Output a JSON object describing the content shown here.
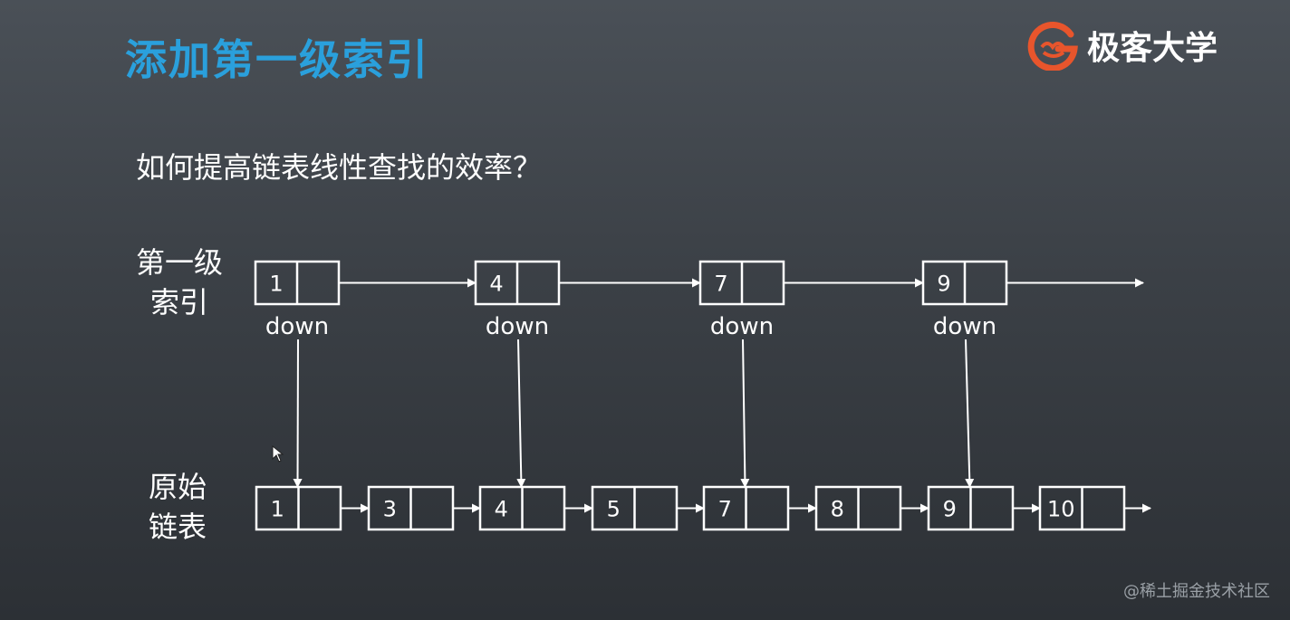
{
  "slide": {
    "title": "添加第一级索引",
    "question": "如何提高链表线性查找的效率？",
    "watermark": "@稀土掘金技术社区"
  },
  "logo": {
    "text": "极客大学",
    "icon": "geekbang-logo-icon",
    "color": "#e8552c"
  },
  "labels": {
    "index_line1": "第一级",
    "index_line2": "索引",
    "list_line1": "原始",
    "list_line2": "链表"
  },
  "index_nodes": [
    {
      "value": "1",
      "down": "down"
    },
    {
      "value": "4",
      "down": "down"
    },
    {
      "value": "7",
      "down": "down"
    },
    {
      "value": "9",
      "down": "down"
    }
  ],
  "list_nodes": [
    "1",
    "3",
    "4",
    "5",
    "7",
    "8",
    "9",
    "10"
  ],
  "colors": {
    "title": "#2aa0dc",
    "line": "#ffffff"
  }
}
